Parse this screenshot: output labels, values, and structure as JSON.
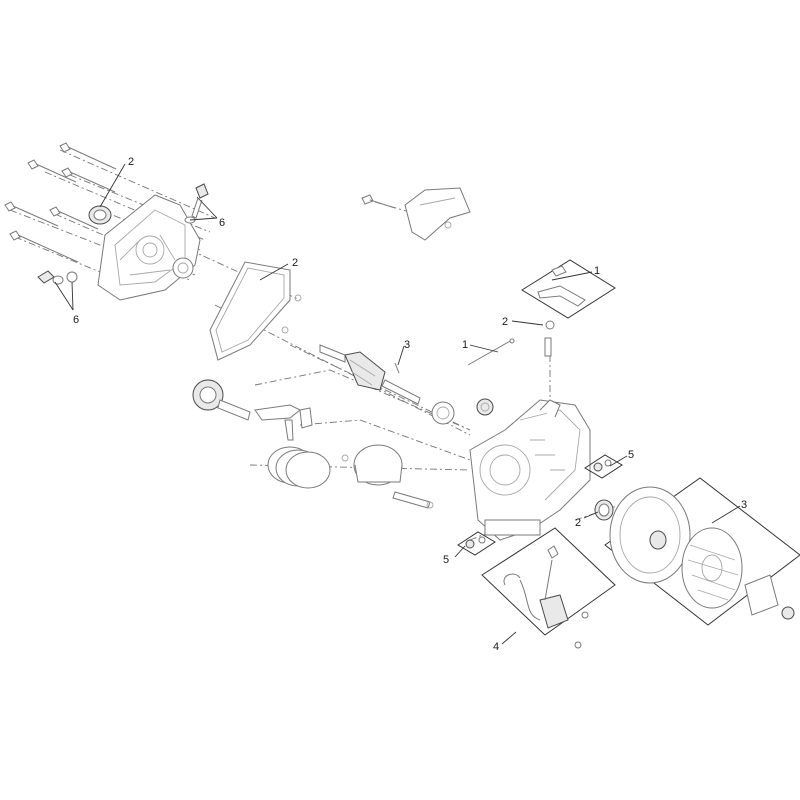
{
  "callouts": [
    {
      "id": "c1",
      "label": "2"
    },
    {
      "id": "c2",
      "label": "6"
    },
    {
      "id": "c3",
      "label": "2"
    },
    {
      "id": "c4",
      "label": "6"
    },
    {
      "id": "c5",
      "label": "1"
    },
    {
      "id": "c6",
      "label": "2"
    },
    {
      "id": "c7",
      "label": "1"
    },
    {
      "id": "c8",
      "label": "3"
    },
    {
      "id": "c9",
      "label": "5"
    },
    {
      "id": "c10",
      "label": "2"
    },
    {
      "id": "c11",
      "label": "3"
    },
    {
      "id": "c12",
      "label": "5"
    },
    {
      "id": "c13",
      "label": "4"
    }
  ],
  "colors": {
    "line": "#7a7a7a",
    "ink": "#1a1a1a",
    "background": "#ffffff"
  }
}
